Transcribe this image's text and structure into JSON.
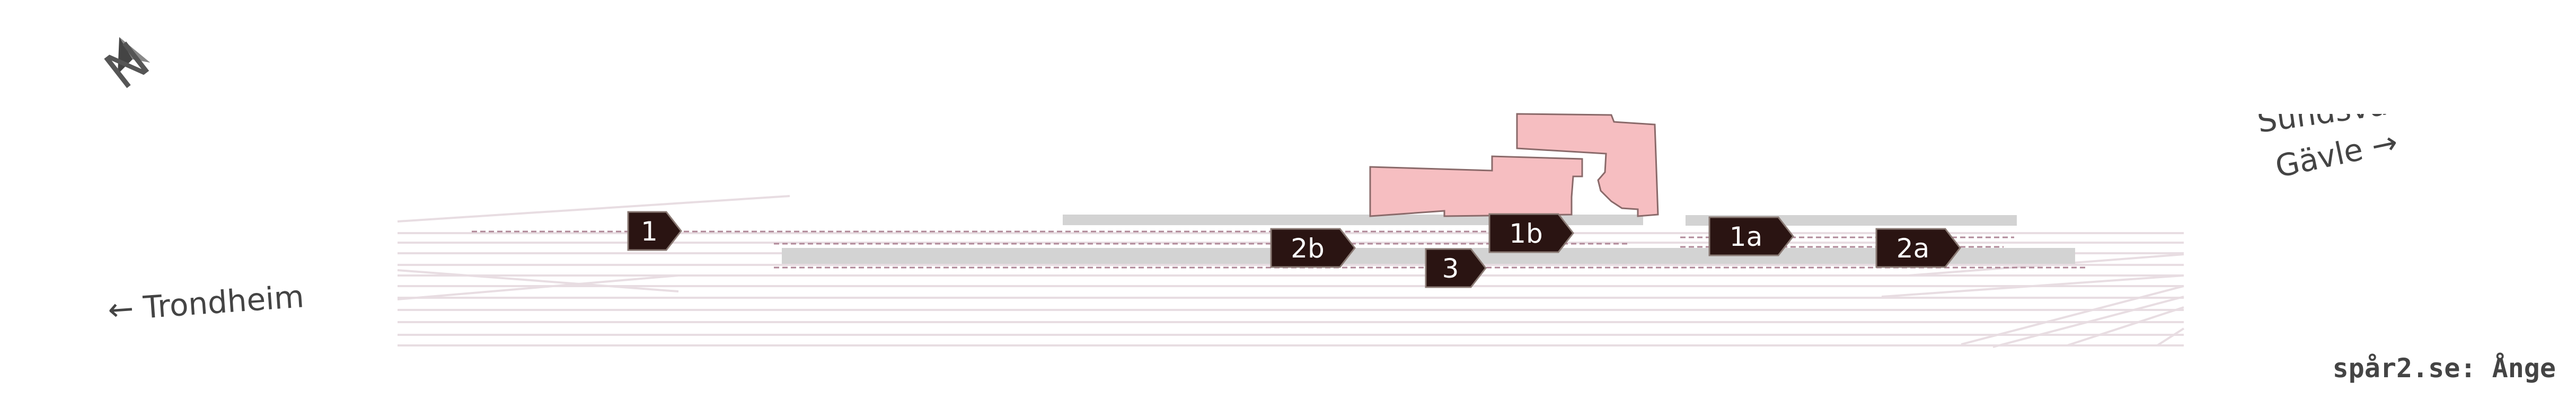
{
  "map": {
    "north_label": "N",
    "west_destination": "← Trondheim",
    "east_destination_top": "Sundsvall",
    "east_destination_bottom": "Gävle →",
    "attribution": "spår2.se: Ånge"
  },
  "tracks": [
    {
      "id": "track-1",
      "label": "1"
    },
    {
      "id": "track-2b",
      "label": "2b"
    },
    {
      "id": "track-1b",
      "label": "1b"
    },
    {
      "id": "track-3",
      "label": "3"
    },
    {
      "id": "track-1a",
      "label": "1a"
    },
    {
      "id": "track-2a",
      "label": "2a"
    }
  ],
  "colors": {
    "background": "#ffffff",
    "rail": "#e8dde2",
    "platform": "#d3d3d3",
    "station_building": "#f6bec1",
    "station_outline": "#8a6a6a",
    "badge": "#2a1412",
    "badge_outline": "#8a7a74",
    "platform_edge_dash": "#b08898"
  }
}
